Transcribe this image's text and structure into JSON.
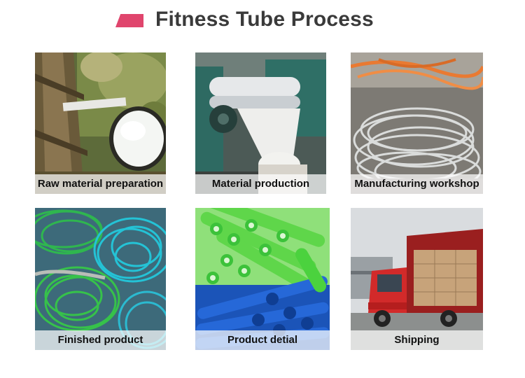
{
  "header": {
    "title": "Fitness Tube Process",
    "accent_color": "#e0456d"
  },
  "steps": [
    {
      "caption": "Raw material preparation",
      "image": "rubber-tree-tapping-photo"
    },
    {
      "caption": "Material production",
      "image": "mixing-machine-photo"
    },
    {
      "caption": "Manufacturing workshop",
      "image": "coiled-tubes-workshop-photo"
    },
    {
      "caption": "Finished product",
      "image": "green-blue-tube-coils-photo"
    },
    {
      "caption": "Product detial",
      "image": "tube-ends-closeup-photo"
    },
    {
      "caption": "Shipping",
      "image": "delivery-truck-photo"
    }
  ]
}
